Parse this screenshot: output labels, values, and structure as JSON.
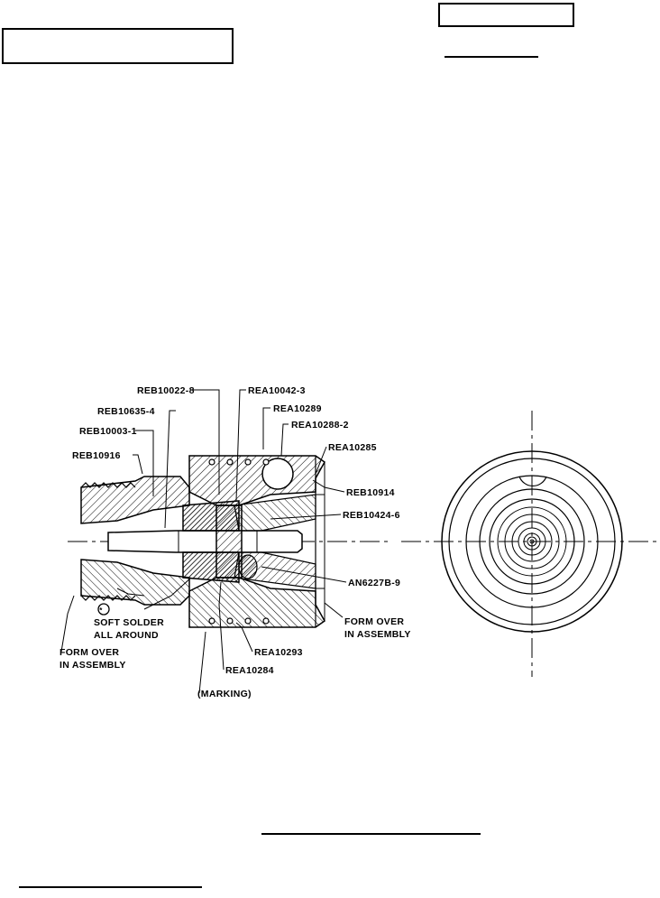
{
  "labels": {
    "reb10022_8": "REB10022-8",
    "rea10042_3": "REA10042-3",
    "reb10635_4": "REB10635-4",
    "rea10289": "REA10289",
    "rea10288_2": "REA10288-2",
    "reb10003_1": "REB10003-1",
    "rea10285": "REA10285",
    "reb10916": "REB10916",
    "reb10914": "REB10914",
    "reb10424_6": "REB10424-6",
    "an6227b_9": "AN6227B-9",
    "soft_solder_1": "SOFT SOLDER",
    "soft_solder_2": "ALL AROUND",
    "form_over_right_1": "FORM OVER",
    "form_over_right_2": "IN ASSEMBLY",
    "form_over_left_1": "FORM OVER",
    "form_over_left_2": "IN ASSEMBLY",
    "rea10293": "REA10293",
    "rea10284": "REA10284",
    "marking": "(MARKING)",
    "note_symbol": "*"
  }
}
